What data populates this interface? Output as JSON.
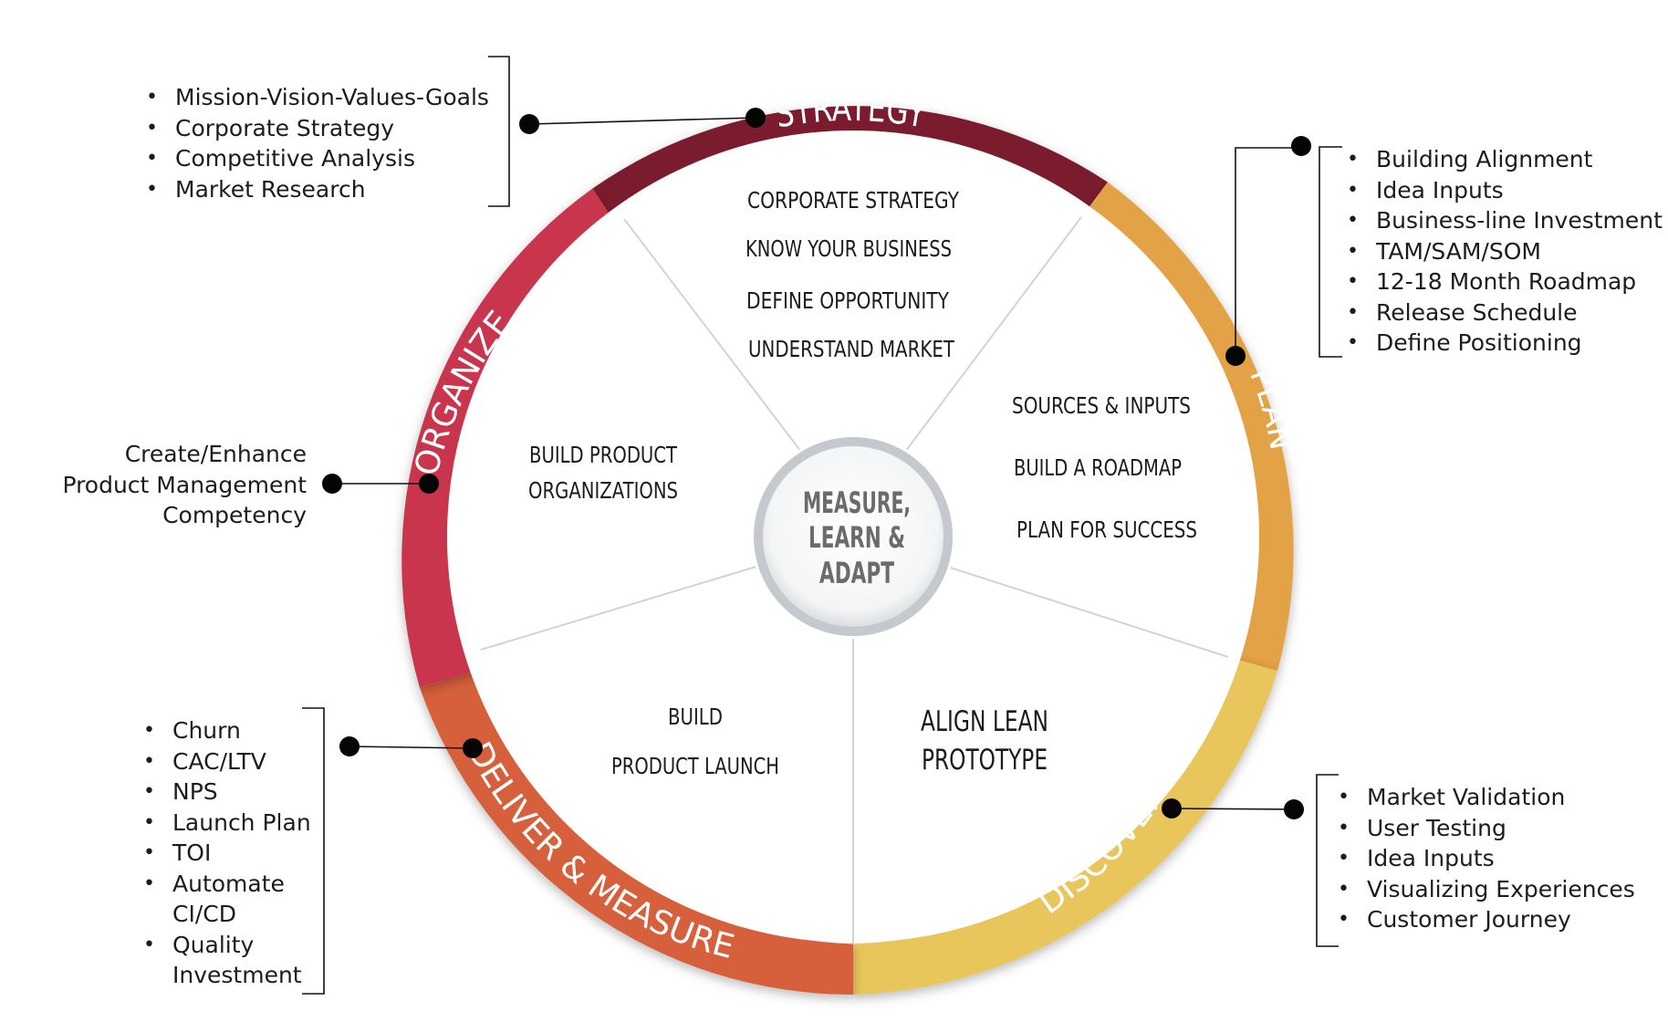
{
  "center": {
    "lines": [
      "MEASURE,",
      "LEARN &",
      "ADAPT"
    ]
  },
  "phases": [
    {
      "key": "strategy",
      "label": "STRATEGY",
      "color": "#7a1a2e"
    },
    {
      "key": "plan",
      "label": "PLAN",
      "color": "#e3a245"
    },
    {
      "key": "discover",
      "label": "DISCOVER",
      "color": "#e8c65c"
    },
    {
      "key": "deliver",
      "label": "DELIVER & MEASURE",
      "color": "#d6603a"
    },
    {
      "key": "organize",
      "label": "ORGANIZE",
      "color": "#c9344d"
    }
  ],
  "sectors": {
    "strategy": [
      "CORPORATE STRATEGY",
      "KNOW YOUR BUSINESS",
      "DEFINE OPPORTUNITY",
      "UNDERSTAND MARKET"
    ],
    "plan": [
      "SOURCES & INPUTS",
      "BUILD A ROADMAP",
      "PLAN FOR SUCCESS"
    ],
    "discover": [
      "ALIGN LEAN",
      "PROTOTYPE"
    ],
    "deliver": [
      "BUILD",
      "PRODUCT LAUNCH"
    ],
    "organize": [
      "BUILD PRODUCT",
      "ORGANIZATIONS"
    ]
  },
  "callouts": {
    "strategy": [
      "Mission-Vision-Values-Goals",
      "Corporate Strategy",
      "Competitive Analysis",
      "Market Research"
    ],
    "plan": [
      "Building Alignment",
      "Idea Inputs",
      "Business-line Investment",
      "TAM/SAM/SOM",
      "12-18 Month Roadmap",
      "Release Schedule",
      "Define Positioning"
    ],
    "discover": [
      "Market Validation",
      "User Testing",
      "Idea Inputs",
      "Visualizing Experiences",
      "Customer Journey"
    ],
    "deliver": [
      "Churn",
      "CAC/LTV",
      "NPS",
      "Launch Plan",
      "TOI",
      "Automate",
      "CI/CD",
      "Quality",
      "Investment"
    ],
    "organize": [
      "Create/Enhance",
      "Product Management",
      "Competency"
    ]
  }
}
